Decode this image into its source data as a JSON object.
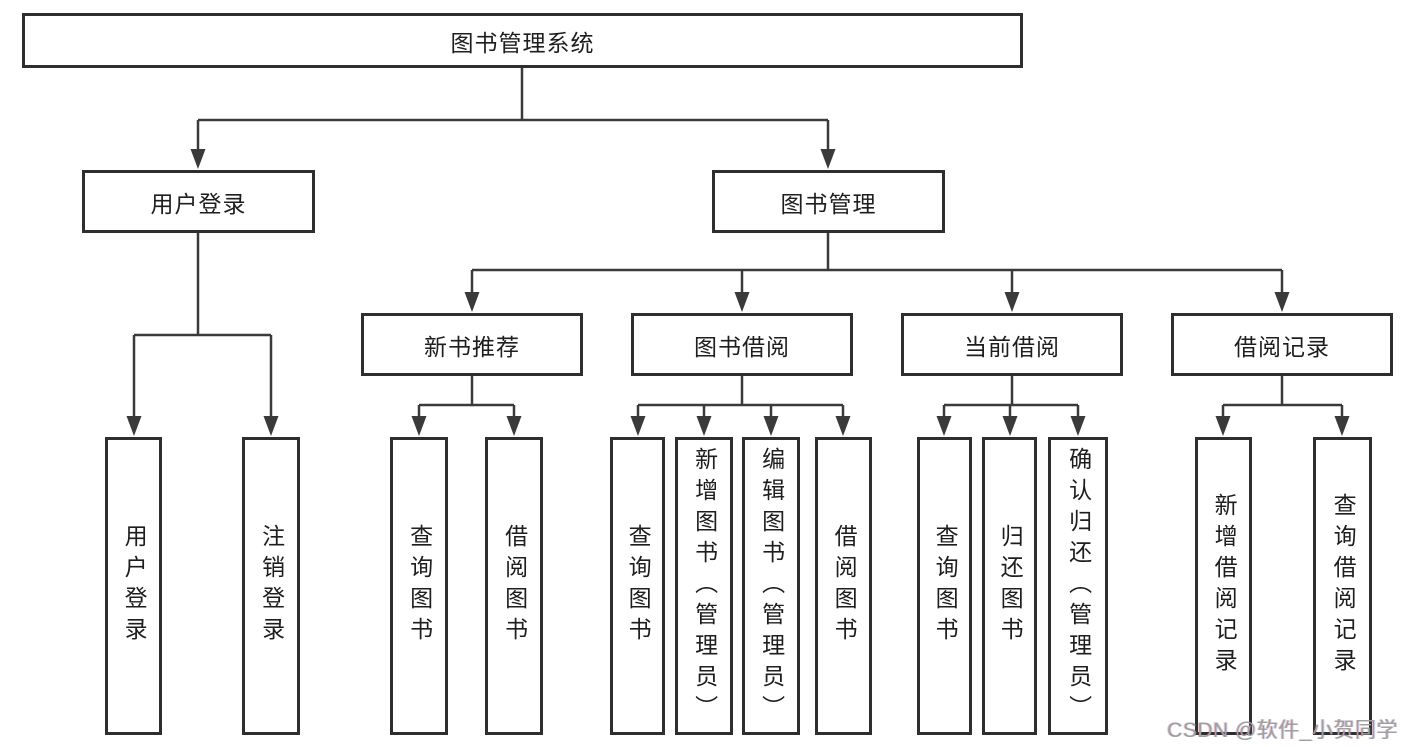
{
  "diagram": {
    "root_label": "图书管理系统",
    "level1": {
      "user_login": {
        "label": "用户登录",
        "children": [
          "用户登录",
          "注销登录"
        ]
      },
      "book_management": {
        "label": "图书管理",
        "children": {
          "new_book_recommend": {
            "label": "新书推荐",
            "children": [
              "查询图书",
              "借阅图书"
            ]
          },
          "book_borrow": {
            "label": "图书借阅",
            "children": [
              "查询图书",
              "新增图书（管理员）",
              "编辑图书（管理员）",
              "借阅图书"
            ]
          },
          "current_borrow": {
            "label": "当前借阅",
            "children": [
              "查询图书",
              "归还图书",
              "确认归还（管理员）"
            ]
          },
          "borrow_records": {
            "label": "借阅记录",
            "children": [
              "新增借阅记录",
              "查询借阅记录"
            ]
          }
        }
      }
    },
    "watermark": "CSDN @软件_小贺同学",
    "colors": {
      "line": "#3a3a3a",
      "border": "#2e2e2e",
      "text": "#1e1e1e",
      "watermark": "#9f9f9f"
    }
  }
}
